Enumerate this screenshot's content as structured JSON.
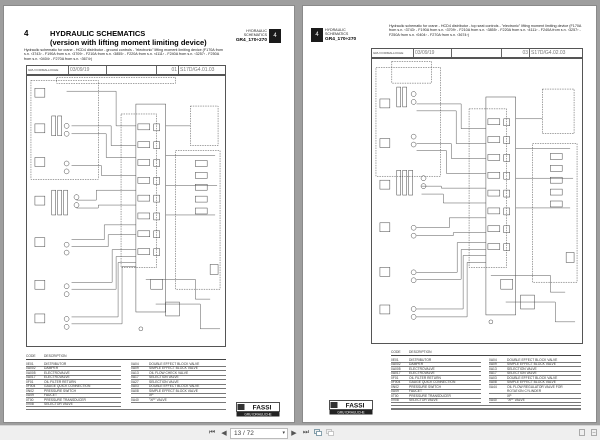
{
  "viewer": {
    "page_indicator": "13 / 72",
    "toolbar": {
      "first_page_icon": "⏮",
      "prev_page_icon": "◀",
      "next_page_icon": "▶",
      "last_page_icon": "⏭",
      "dropdown_icon": "▾",
      "single_page_icon": "▭",
      "two_page_icon": "▭"
    }
  },
  "left_page": {
    "chapter_number": "4",
    "title_line1": "HYDRAULIC SCHEMATICS",
    "title_line2": "(version with lifting moment limiting device)",
    "tab": {
      "line1": "HYDRAULIC",
      "line2": "SCHEMATICS",
      "code": "GR4_170÷270",
      "number": "4"
    },
    "description": "Hydraulic schematic for crane - HCD4 distributor - ground controls - \"electronic\" lifting moment limiting device (F170A from s.n. ‹3743› - F190A from s.n. ‹3709› - F210A from s.n. ‹3855› - F220A from s.n. ‹4111› - F240A from s.n. ‹3257› - F250A from s.n. ‹0404› - F270A from s.n. ‹3674›)",
    "titleblock": {
      "date": "03/09/19",
      "rev": "01",
      "drawing_no": "S17D/G4.01.03",
      "brand": "GRU FORMALLOCHE"
    },
    "table": {
      "header": {
        "code": "CODE",
        "description": "DESCRIPTION"
      },
      "left_rows": [
        {
          "code": "0E01",
          "desc": "DISTRIBUTOR"
        },
        {
          "code": "0A002",
          "desc": "DAMPER"
        },
        {
          "code": "0A005",
          "desc": "ELECTROVALVE"
        },
        {
          "code": "0A017",
          "desc": "ELECTROVALVE"
        },
        {
          "code": "0F01",
          "desc": "OIL FILTER RETURN"
        },
        {
          "code": "0F004",
          "desc": "GAUGE QUICK CONNECTION"
        },
        {
          "code": "0N02",
          "desc": "PRESSURE SWITCH"
        },
        {
          "code": "0U09",
          "desc": "FAUCET"
        },
        {
          "code": "0T00",
          "desc": "PRESSURE TRANSDUCER"
        },
        {
          "code": "0V08",
          "desc": "SELECTOR VALVE"
        }
      ],
      "right_rows": [
        {
          "code": "0A04",
          "desc": "DOUBLE EFFECT BLOCK VALVE"
        },
        {
          "code": "0A09",
          "desc": "SIMPLE EFFECT BLOCK VALVE"
        },
        {
          "code": "0A13",
          "desc": "OIL FLOW CHECK VALVE"
        },
        {
          "code": "0A17",
          "desc": "SELECTION VALVE"
        },
        {
          "code": "0A27",
          "desc": "SELECTION VALVE"
        },
        {
          "code": "0A03",
          "desc": "DOUBLE EFFECT BLOCK VALVE"
        },
        {
          "code": "0A08",
          "desc": "SIMPLE EFFECT BLOCK VALVE"
        },
        {
          "code": "",
          "desc": "XP"
        },
        {
          "code": "0A40",
          "desc": "\"XP\" VALVE"
        }
      ]
    },
    "logo": {
      "brand": "FASSI",
      "sub": "GRU IDRAULICHE"
    }
  },
  "right_page": {
    "tab": {
      "line1": "HYDRAULIC",
      "line2": "SCHEMATICS",
      "code": "GR4_170÷270",
      "number": "4"
    },
    "description": "Hydraulic schematic for crane - HCD4 distributor - top seat controls - \"electronic\" lifting moment limiting device (F170A from s.n. ‹3743› - F190A from s.n. ‹3709› - F210A from s.n. ‹3855› - F220A from s.n. ‹4111› - F240A from s.n. ‹3257› - F250A from s.n. ‹0404› - F270A from s.n. ‹3674›)",
    "titleblock": {
      "date": "03/09/19",
      "rev": "03",
      "drawing_no": "S17D/G4.02.03",
      "brand": "GRU FORMALLOCHE"
    },
    "table": {
      "header": {
        "code": "CODE",
        "description": "DESCRIPTION"
      },
      "left_rows": [
        {
          "code": "0E01",
          "desc": "DISTRIBUTOR"
        },
        {
          "code": "0A002",
          "desc": "DAMPER"
        },
        {
          "code": "0A005",
          "desc": "ELECTROVALVE"
        },
        {
          "code": "0A017",
          "desc": "ELECTROVALVE"
        },
        {
          "code": "0F01",
          "desc": "OIL FILTER RETURN"
        },
        {
          "code": "0F004",
          "desc": "GAUGE QUICK CONNECTION"
        },
        {
          "code": "0N02",
          "desc": "PRESSURE SWITCH"
        },
        {
          "code": "0U09",
          "desc": "FAUCET"
        },
        {
          "code": "0T00",
          "desc": "PRESSURE TRANSDUCER"
        },
        {
          "code": "0V08",
          "desc": "SELECTOR VALVE"
        }
      ],
      "right_rows": [
        {
          "code": "0A04",
          "desc": "DOUBLE EFFECT BLOCK VALVE"
        },
        {
          "code": "0A09",
          "desc": "SIMPLE EFFECT BLOCK VALVE"
        },
        {
          "code": "0A13",
          "desc": "SELECTION VALVE"
        },
        {
          "code": "0A17",
          "desc": "SELECTION VALVE"
        },
        {
          "code": "0A03",
          "desc": "DOUBLE EFFECT BLOCK VALVE"
        },
        {
          "code": "0A08",
          "desc": "SIMPLE EFFECT BLOCK VALVE"
        },
        {
          "code": "0A44",
          "desc": "OIL FLOW REGULATOR VALVE FOR ROTATION CYLINDER"
        },
        {
          "code": "",
          "desc": "XP"
        },
        {
          "code": "0A40",
          "desc": "\"XP\" VALVE"
        }
      ]
    },
    "logo": {
      "brand": "FASSI",
      "sub": "GRU IDRAULICHE"
    }
  }
}
